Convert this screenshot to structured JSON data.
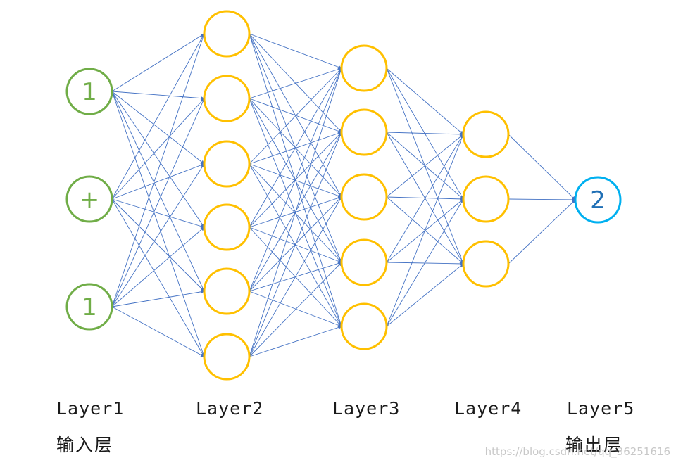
{
  "colors": {
    "input": "#70ad47",
    "hidden": "#ffc000",
    "output": "#00b0f0",
    "output_text": "#1f6fb5",
    "edge": "#4472c4"
  },
  "input_nodes": [
    "1",
    "+",
    "1"
  ],
  "output_nodes": [
    "2"
  ],
  "layers": [
    {
      "name": "Layer1",
      "sub": "输入层",
      "nodes": 3
    },
    {
      "name": "Layer2",
      "sub": "",
      "nodes": 6
    },
    {
      "name": "Layer3",
      "sub": "",
      "nodes": 5
    },
    {
      "name": "Layer4",
      "sub": "",
      "nodes": 3
    },
    {
      "name": "Layer5",
      "sub": "输出层",
      "nodes": 1
    }
  ],
  "watermark": "https://blog.csdn.net/qq_36251616"
}
